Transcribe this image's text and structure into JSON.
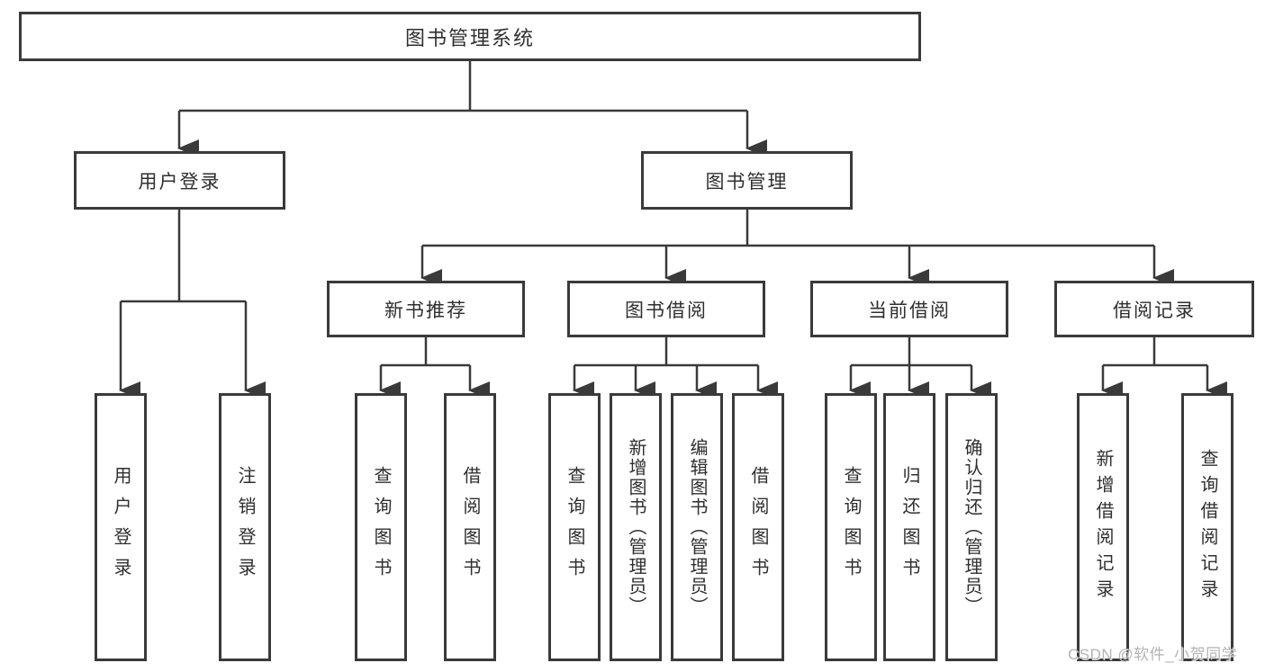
{
  "diagram": {
    "type": "hierarchy-tree",
    "colors": {
      "line": "#3a3a3a",
      "text": "#2f2f2f",
      "background": "#ffffff",
      "watermark": "#b3b3b3"
    },
    "nodes": {
      "root": {
        "label": "图书管理系统"
      },
      "level2": [
        {
          "label": "用户登录"
        },
        {
          "label": "图书管理"
        }
      ],
      "level3": [
        {
          "label": "新书推荐"
        },
        {
          "label": "图书借阅"
        },
        {
          "label": "当前借阅"
        },
        {
          "label": "借阅记录"
        }
      ],
      "leaves": [
        {
          "label": "用户登录"
        },
        {
          "label": "注销登录"
        },
        {
          "label": "查询图书"
        },
        {
          "label": "借阅图书"
        },
        {
          "label": "查询图书"
        },
        {
          "label": "新增图书（管理员）"
        },
        {
          "label": "编辑图书（管理员）"
        },
        {
          "label": "借阅图书"
        },
        {
          "label": "查询图书"
        },
        {
          "label": "归还图书"
        },
        {
          "label": "确认归还（管理员）"
        },
        {
          "label": "新增借阅记录"
        },
        {
          "label": "查询借阅记录"
        }
      ]
    },
    "hierarchy": {
      "图书管理系统": {
        "用户登录": [
          "用户登录",
          "注销登录"
        ],
        "图书管理": {
          "新书推荐": [
            "查询图书",
            "借阅图书"
          ],
          "图书借阅": [
            "查询图书",
            "新增图书（管理员）",
            "编辑图书（管理员）",
            "借阅图书"
          ],
          "当前借阅": [
            "查询图书",
            "归还图书",
            "确认归还（管理员）"
          ],
          "借阅记录": [
            "新增借阅记录",
            "查询借阅记录"
          ]
        }
      }
    },
    "watermark": "CSDN @软件_小贺同学"
  }
}
